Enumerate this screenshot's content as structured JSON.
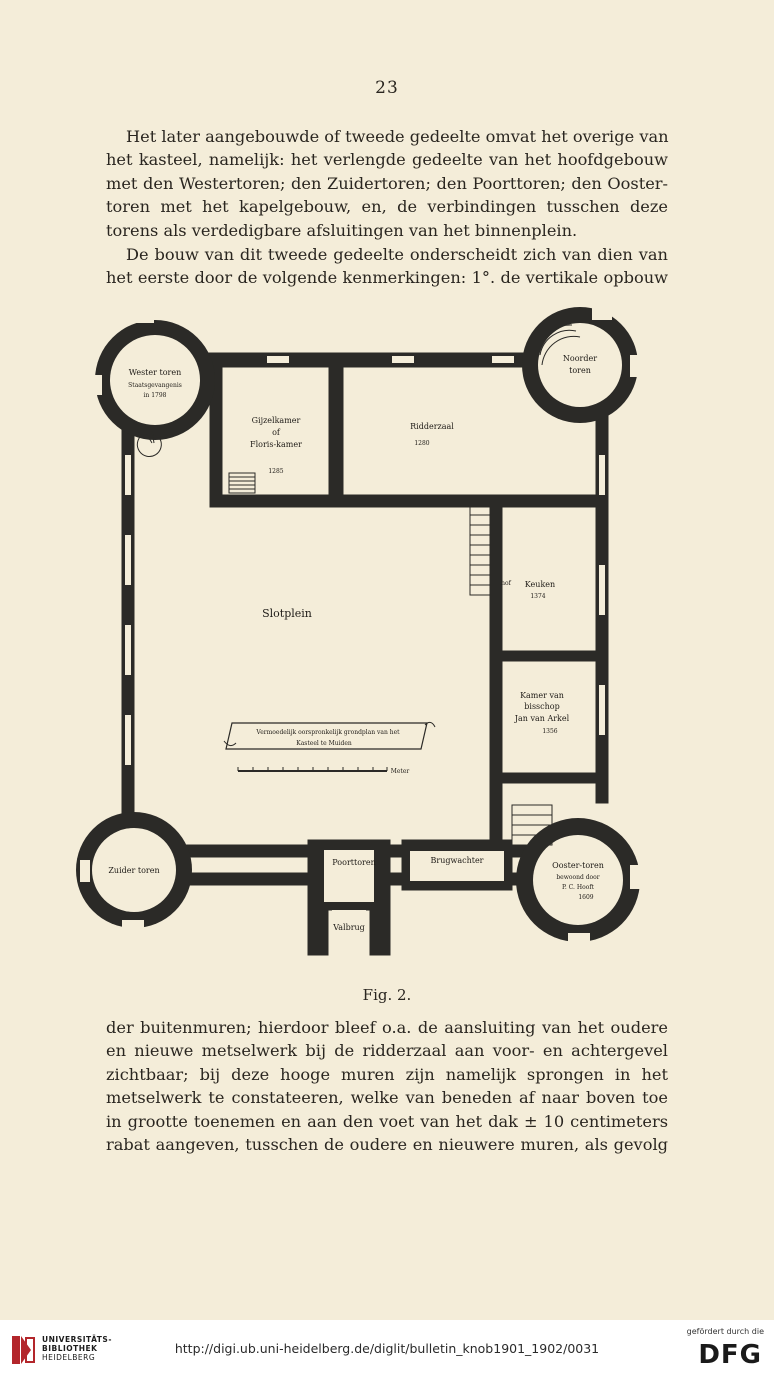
{
  "page": {
    "number": "23"
  },
  "text": {
    "p1": [
      "Het later aangebouwde of tweede gedeelte omvat het overige van",
      "het kasteel, namelijk: het verlengde gedeelte van het hoofdgebouw",
      "met den Westertoren; den Zuidertoren; den Poorttoren; den Ooster-",
      "toren met het kapelgebouw, en, de verbindingen tusschen deze",
      "torens als verdedigbare afsluitingen van het binnenplein."
    ],
    "p2": [
      "De bouw van dit tweede gedeelte onderscheidt zich van dien van",
      "het eerste door de volgende kenmerkingen: 1°. de vertikale opbouw"
    ],
    "p3": [
      "der buitenmuren; hierdoor bleef o.a. de aansluiting van het oudere",
      "en nieuwe metselwerk bij de ridderzaal aan voor- en achtergevel",
      "zichtbaar; bij deze hooge muren zijn namelijk sprongen in het",
      "metselwerk te constateeren, welke van beneden af naar boven toe",
      "in grootte toenemen en aan den voet van het dak ± 10 centimeters",
      "rabat aangeven, tusschen de oudere en nieuwere muren, als gevolg"
    ]
  },
  "figure": {
    "caption": "Fig. 2.",
    "labels": {
      "wester": "Wester toren",
      "wester_sub": "Staatsgevangenis",
      "wester_year": "in 1798",
      "gijzel1": "Gijzelkamer",
      "gijzel2": "of",
      "gijzel3": "Floris-kamer",
      "gijzel_year": "1285",
      "ridderzaal": "Ridderzaal",
      "ridder_year": "1280",
      "noorder1": "Noorder",
      "noorder2": "toren",
      "keuken": "Keuken",
      "keuken_year": "1374",
      "hof": "hof",
      "kamer1": "Kamer van",
      "kamer2": "bisschop",
      "kamer3": "Jan van Arkel",
      "kamer_year": "1356",
      "slotplein": "Slotplein",
      "scroll1": "Vermoedelijk oorspronkelijk grondplan van het",
      "scroll2": "Kasteel te Muiden",
      "scale_unit": "Meter",
      "zuider": "Zuider toren",
      "poort": "Poorttoren",
      "brug": "Brugwachter",
      "valbrug": "Valbrug",
      "ooster1": "Ooster-toren",
      "ooster2": "bewoond door",
      "ooster3": "P. C. Hooft",
      "ooster_year": "1609"
    }
  },
  "footer": {
    "institution_line1": "UNIVERSITÄTS-",
    "institution_line2": "BIBLIOTHEK",
    "institution_line3": "HEIDELBERG",
    "url": "http://digi.ub.uni-heidelberg.de/diglit/bulletin_knob1901_1902/0031",
    "funding_note": "gefördert durch die",
    "funder": "DFG"
  },
  "colors": {
    "paper": "#f4edd9",
    "ink": "#2a2620",
    "wall": "#2b2a27",
    "footer_bg": "#ffffff",
    "logo_red": "#b3262b"
  }
}
